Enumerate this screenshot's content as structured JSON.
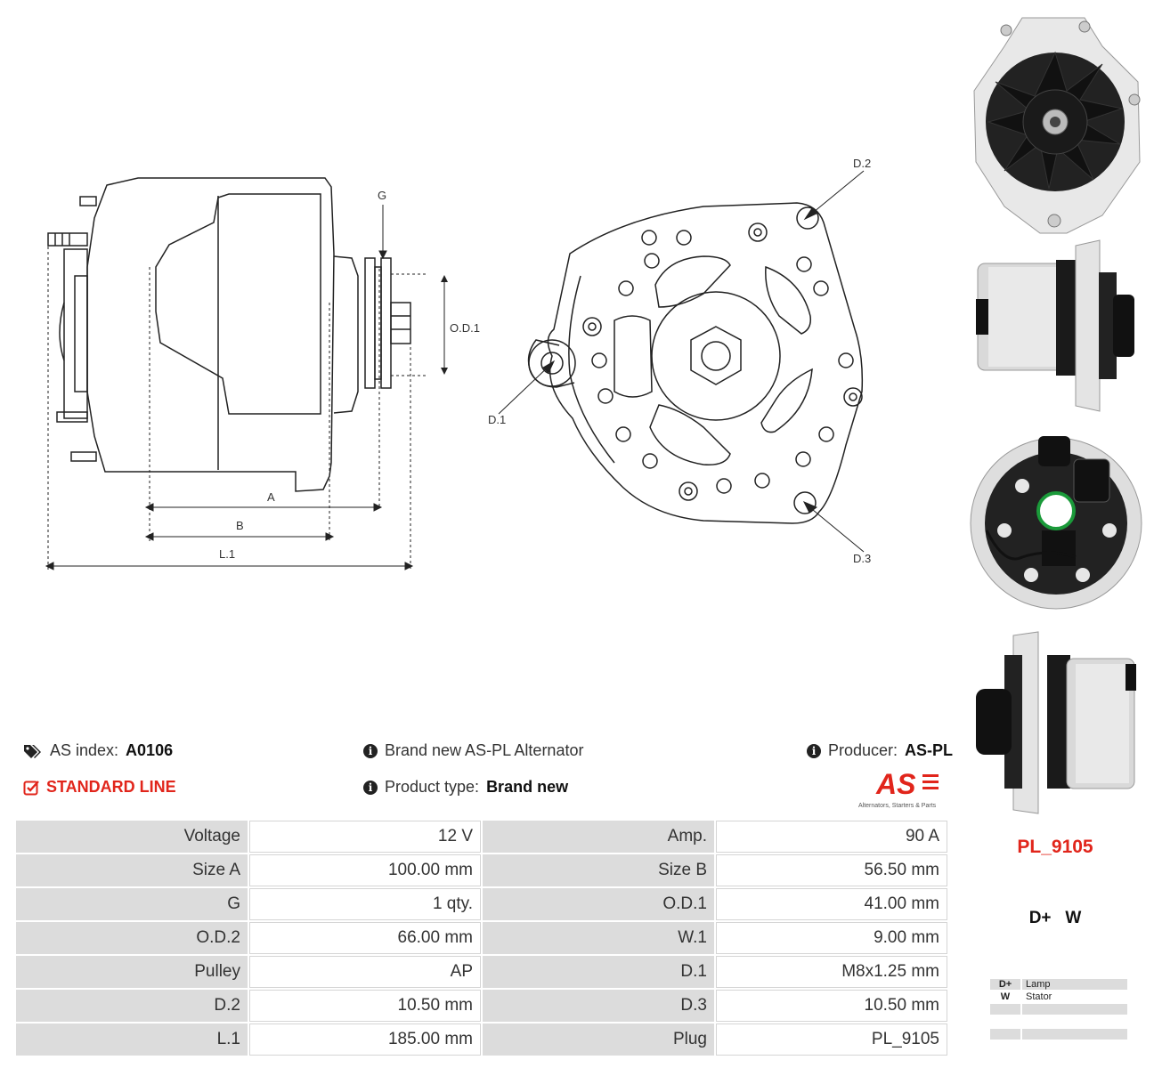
{
  "drawing": {
    "labels": {
      "g": "G",
      "od1": "O.D.1",
      "a": "A",
      "b": "B",
      "l1": "L.1",
      "d1": "D.1",
      "d2": "D.2",
      "d3": "D.3"
    }
  },
  "info": {
    "as_index_label": "AS index:",
    "as_index_value": "A0106",
    "standard_line": "STANDARD LINE",
    "brand_new_text": "Brand new AS-PL Alternator",
    "product_type_label": "Product type:",
    "product_type_value": "Brand new",
    "producer_label": "Producer:",
    "producer_value": "AS-PL",
    "logo_text": "AS",
    "logo_tagline": "Alternators, Starters & Parts"
  },
  "specs": [
    {
      "l1": "Voltage",
      "v1": "12 V",
      "l2": "Amp.",
      "v2": "90 A"
    },
    {
      "l1": "Size A",
      "v1": "100.00 mm",
      "l2": "Size B",
      "v2": "56.50 mm"
    },
    {
      "l1": "G",
      "v1": "1 qty.",
      "l2": "O.D.1",
      "v2": "41.00 mm"
    },
    {
      "l1": "O.D.2",
      "v1": "66.00 mm",
      "l2": "W.1",
      "v2": "9.00 mm"
    },
    {
      "l1": "Pulley",
      "v1": "AP",
      "l2": "D.1",
      "v2": "M8x1.25 mm"
    },
    {
      "l1": "D.2",
      "v1": "10.50 mm",
      "l2": "D.3",
      "v2": "10.50 mm"
    },
    {
      "l1": "L.1",
      "v1": "185.00 mm",
      "l2": "Plug",
      "v2": "PL_9105"
    }
  ],
  "plug": {
    "code": "PL_9105",
    "pins": "D+   W",
    "legend": [
      {
        "k": "D+",
        "v": "Lamp"
      },
      {
        "k": "W",
        "v": "Stator"
      },
      {
        "k": "",
        "v": ""
      },
      {
        "k": "",
        "v": ""
      },
      {
        "k": "",
        "v": ""
      }
    ]
  },
  "colors": {
    "accent_red": "#e1251b",
    "label_cell": "#dcdcdc",
    "line_drawing": "#222222"
  },
  "icons": [
    "tags-icon",
    "check-square-icon",
    "info-circle-icon",
    "as-pl-logo"
  ]
}
